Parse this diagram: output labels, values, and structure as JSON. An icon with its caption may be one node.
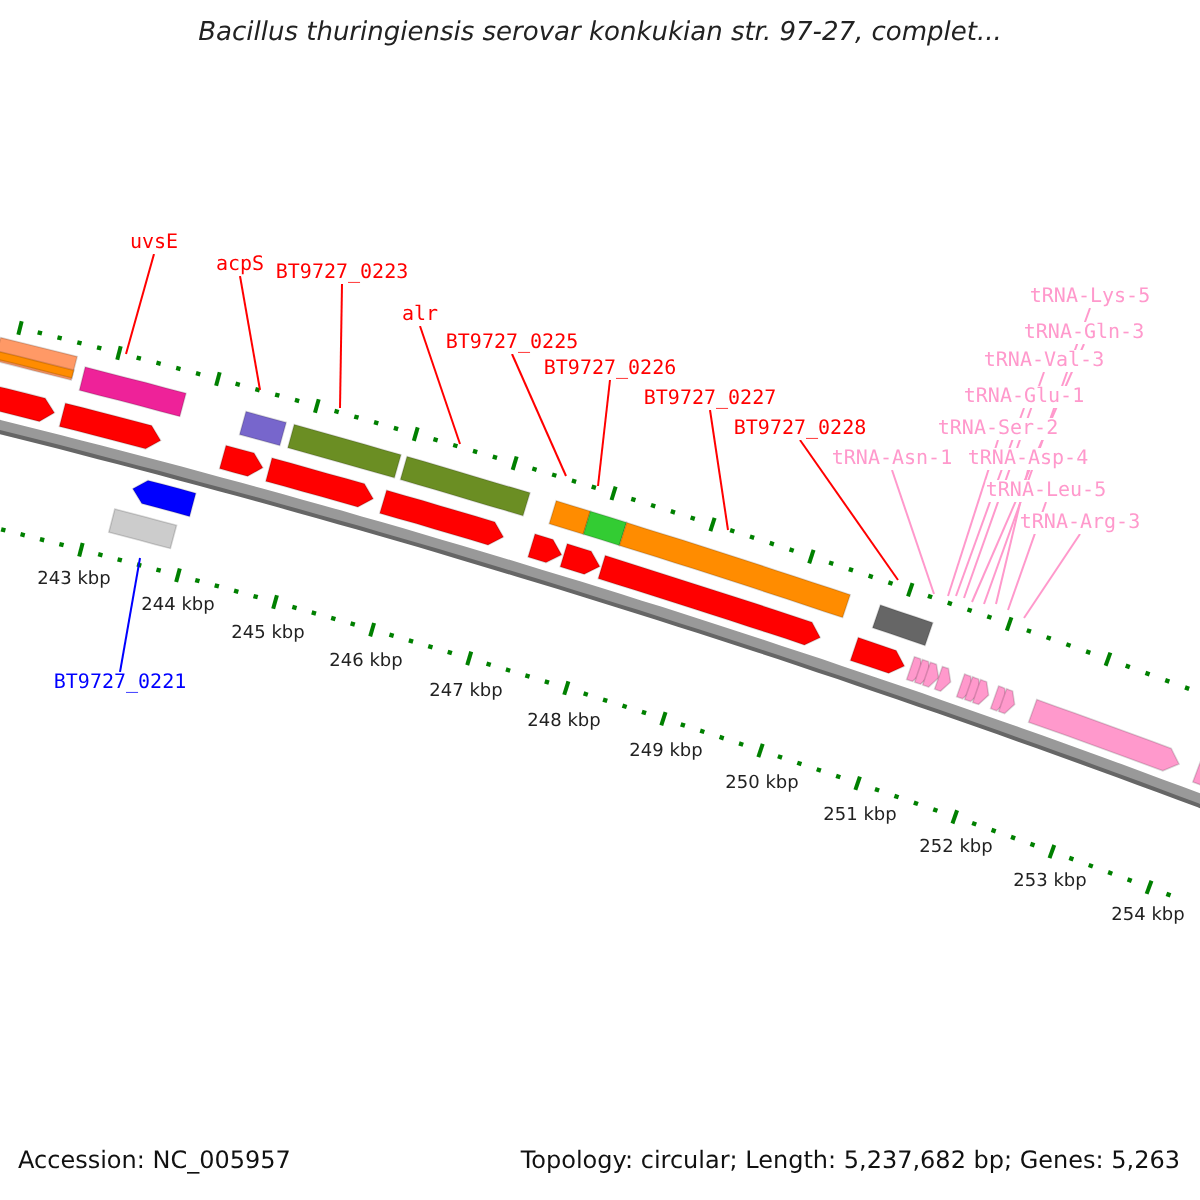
{
  "diagram": {
    "title": "Bacillus thuringiensis serovar konkukian str. 97-27, complet...",
    "nodes": [
      {
        "text": [
          "uvsE"
        ]
      },
      {
        "text": [
          "acpS"
        ]
      },
      {
        "text": [
          "BT9727_0223"
        ]
      },
      {
        "text": [
          "tRNA-Lys-5"
        ]
      },
      {
        "text": [
          "alr"
        ]
      },
      {
        "text": [
          "tRNA-Gln-3"
        ]
      },
      {
        "text": [
          "BT9727_0225"
        ]
      },
      {
        "text": [
          "tRNA-Val-3"
        ]
      },
      {
        "text": [
          "BT9727_0226"
        ]
      },
      {
        "text": [
          "tRNA-Glu-1"
        ]
      },
      {
        "text": [
          "BT9727_0227"
        ]
      },
      {
        "text": [
          "tRNA-Ser-2"
        ]
      },
      {
        "text": [
          "BT9727_0228"
        ]
      },
      {
        "text": [
          "tRNA-Asn-1"
        ]
      },
      {
        "text": [
          "tRNA-Asp-4"
        ]
      },
      {
        "text": [
          "tRNA-Leu-5"
        ]
      },
      {
        "text": [
          "tRNA-Arg-3"
        ]
      },
      {
        "text": [
          "BT9727_0221"
        ]
      },
      {
        "text": [],
        "shape": "bar"
      }
    ],
    "edges": [
      {
        "from": 0,
        "to": null,
        "arrow": "none",
        "color": "#ff0000"
      },
      {
        "from": 1,
        "to": null,
        "arrow": "none",
        "color": "#ff0000"
      },
      {
        "from": 2,
        "to": null,
        "arrow": "none",
        "color": "#ff0000"
      },
      {
        "from": 3,
        "to": null,
        "arrow": "none"
      },
      {
        "from": 4,
        "to": null,
        "arrow": "none",
        "color": "#ff0000"
      },
      {
        "from": 5,
        "to": null,
        "arrow": "none"
      },
      {
        "from": 6,
        "to": null,
        "arrow": "none",
        "color": "#ff0000"
      },
      {
        "from": 7,
        "to": null,
        "arrow": "none"
      },
      {
        "from": 8,
        "to": null,
        "arrow": "none",
        "color": "#ff0000"
      },
      {
        "from": 9,
        "to": null,
        "arrow": "none"
      },
      {
        "from": 10,
        "to": null,
        "arrow": "none",
        "color": "#ff0000"
      },
      {
        "from": 11,
        "to": null,
        "arrow": "none"
      },
      {
        "from": 12,
        "to": null,
        "arrow": "none",
        "color": "#ff0000"
      },
      {
        "from": 13,
        "to": null,
        "arrow": "none"
      },
      {
        "from": 14,
        "to": null,
        "arrow": "none"
      },
      {
        "from": 15,
        "to": null,
        "arrow": "none"
      },
      {
        "from": 16,
        "to": null,
        "arrow": "none"
      },
      {
        "from": 17,
        "to": 18,
        "arrow": "none",
        "color": "#0000ff"
      }
    ],
    "labels": [
      "243 kbp",
      "244 kbp",
      "245 kbp",
      "246 kbp",
      "247 kbp",
      "248 kbp",
      "249 kbp",
      "250 kbp",
      "251 kbp",
      "252 kbp",
      "253 kbp",
      "254 kbp",
      "Accession: NC_005957",
      "Topology: circular; Length: 5,237,682 bp; Genes: 5,263"
    ]
  }
}
